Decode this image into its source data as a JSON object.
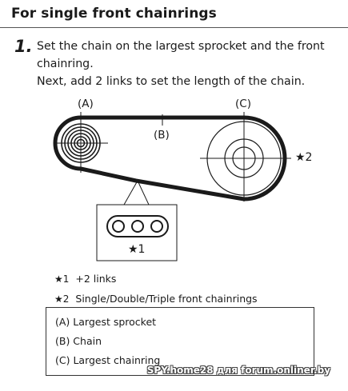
{
  "heading": "For single front chainrings",
  "step": {
    "number": "1.",
    "lines": [
      "Set the chain on the largest sprocket and the front",
      "chainring.",
      "Next, add 2 links to set the length of the chain."
    ]
  },
  "diagram": {
    "label_a": "(A)",
    "label_b": "(B)",
    "label_c": "(C)",
    "star2_callout": "★2",
    "star1_callout": "★1"
  },
  "notes": [
    {
      "marker": "★1",
      "text": "+2 links"
    },
    {
      "marker": "★2",
      "text": "Single/Double/Triple front chainrings"
    }
  ],
  "legend": [
    "(A) Largest sprocket",
    "(B) Chain",
    "(C) Largest chainring"
  ],
  "watermark": "SPY.home28 для forum.onliner.by"
}
